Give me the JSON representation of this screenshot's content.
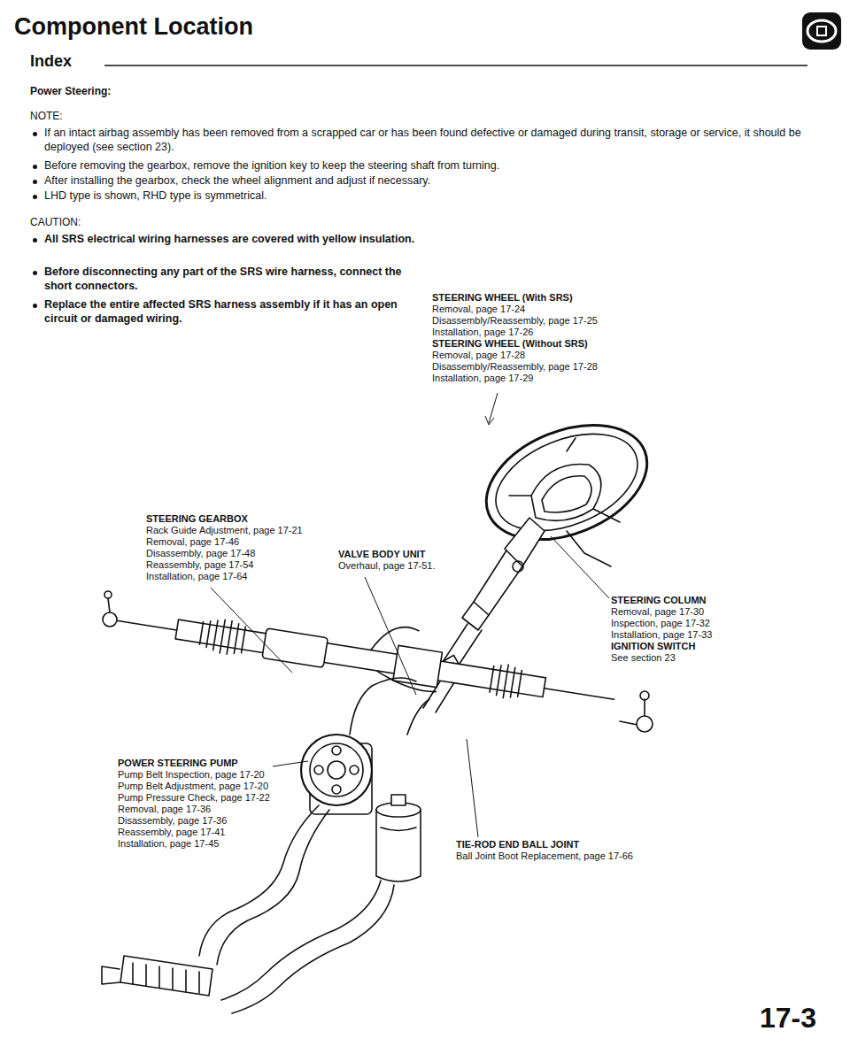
{
  "diagram": {
    "title": "Component Location",
    "labels": [
      "Index",
      "Power Steering:",
      "NOTE:",
      "If an intact airbag assembly has been removed from a scrapped car or has been found defective or damaged during transit, storage or service, it should be deployed (see section 23).",
      "Before removing the gearbox, remove the ignition key to keep the steering shaft from turning.",
      "After installing the gearbox, check the wheel alignment and adjust if necessary.",
      "LHD type is shown, RHD type is symmetrical.",
      "CAUTION:",
      "All SRS electrical wiring harnesses are covered with yellow insulation.",
      "Before disconnecting any part of the SRS wire harness, connect the short connectors.",
      "Replace the entire affected SRS harness assembly if it has an open circuit or damaged wiring.",
      "STEERING WHEEL (With SRS)",
      "Removal, page 17-24",
      "Disassembly/Reassembly, page 17-25",
      "Installation, page 17-26",
      "STEERING WHEEL (Without SRS)",
      "Removal, page 17-28",
      "Disassembly/Reassembly, page 17-28",
      "Installation, page 17-29",
      "STEERING GEARBOX",
      "Rack Guide Adjustment, page 17-21",
      "Removal, page 17-46",
      "Disassembly, page 17-48",
      "Reassembly, page 17-54",
      "Installation, page 17-64",
      "VALVE BODY UNIT",
      "Overhaul, page 17-51.",
      "STEERING COLUMN",
      "Removal, page 17-30",
      "Inspection, page 17-32",
      "Installation, page 17-33",
      "IGNITION SWITCH",
      "See section 23",
      "POWER STEERING PUMP",
      "Pump Belt Inspection, page 17-20",
      "Pump Belt Adjustment, page 17-20",
      "Pump Pressure Check, page 17-22",
      "Removal, page 17-36",
      "Disassembly, page 17-36",
      "Reassembly, page 17-41",
      "Installation, page 17-45",
      "TIE-ROD END BALL JOINT",
      "Ball Joint Boot Replacement, page 17-66",
      "17-3"
    ]
  }
}
